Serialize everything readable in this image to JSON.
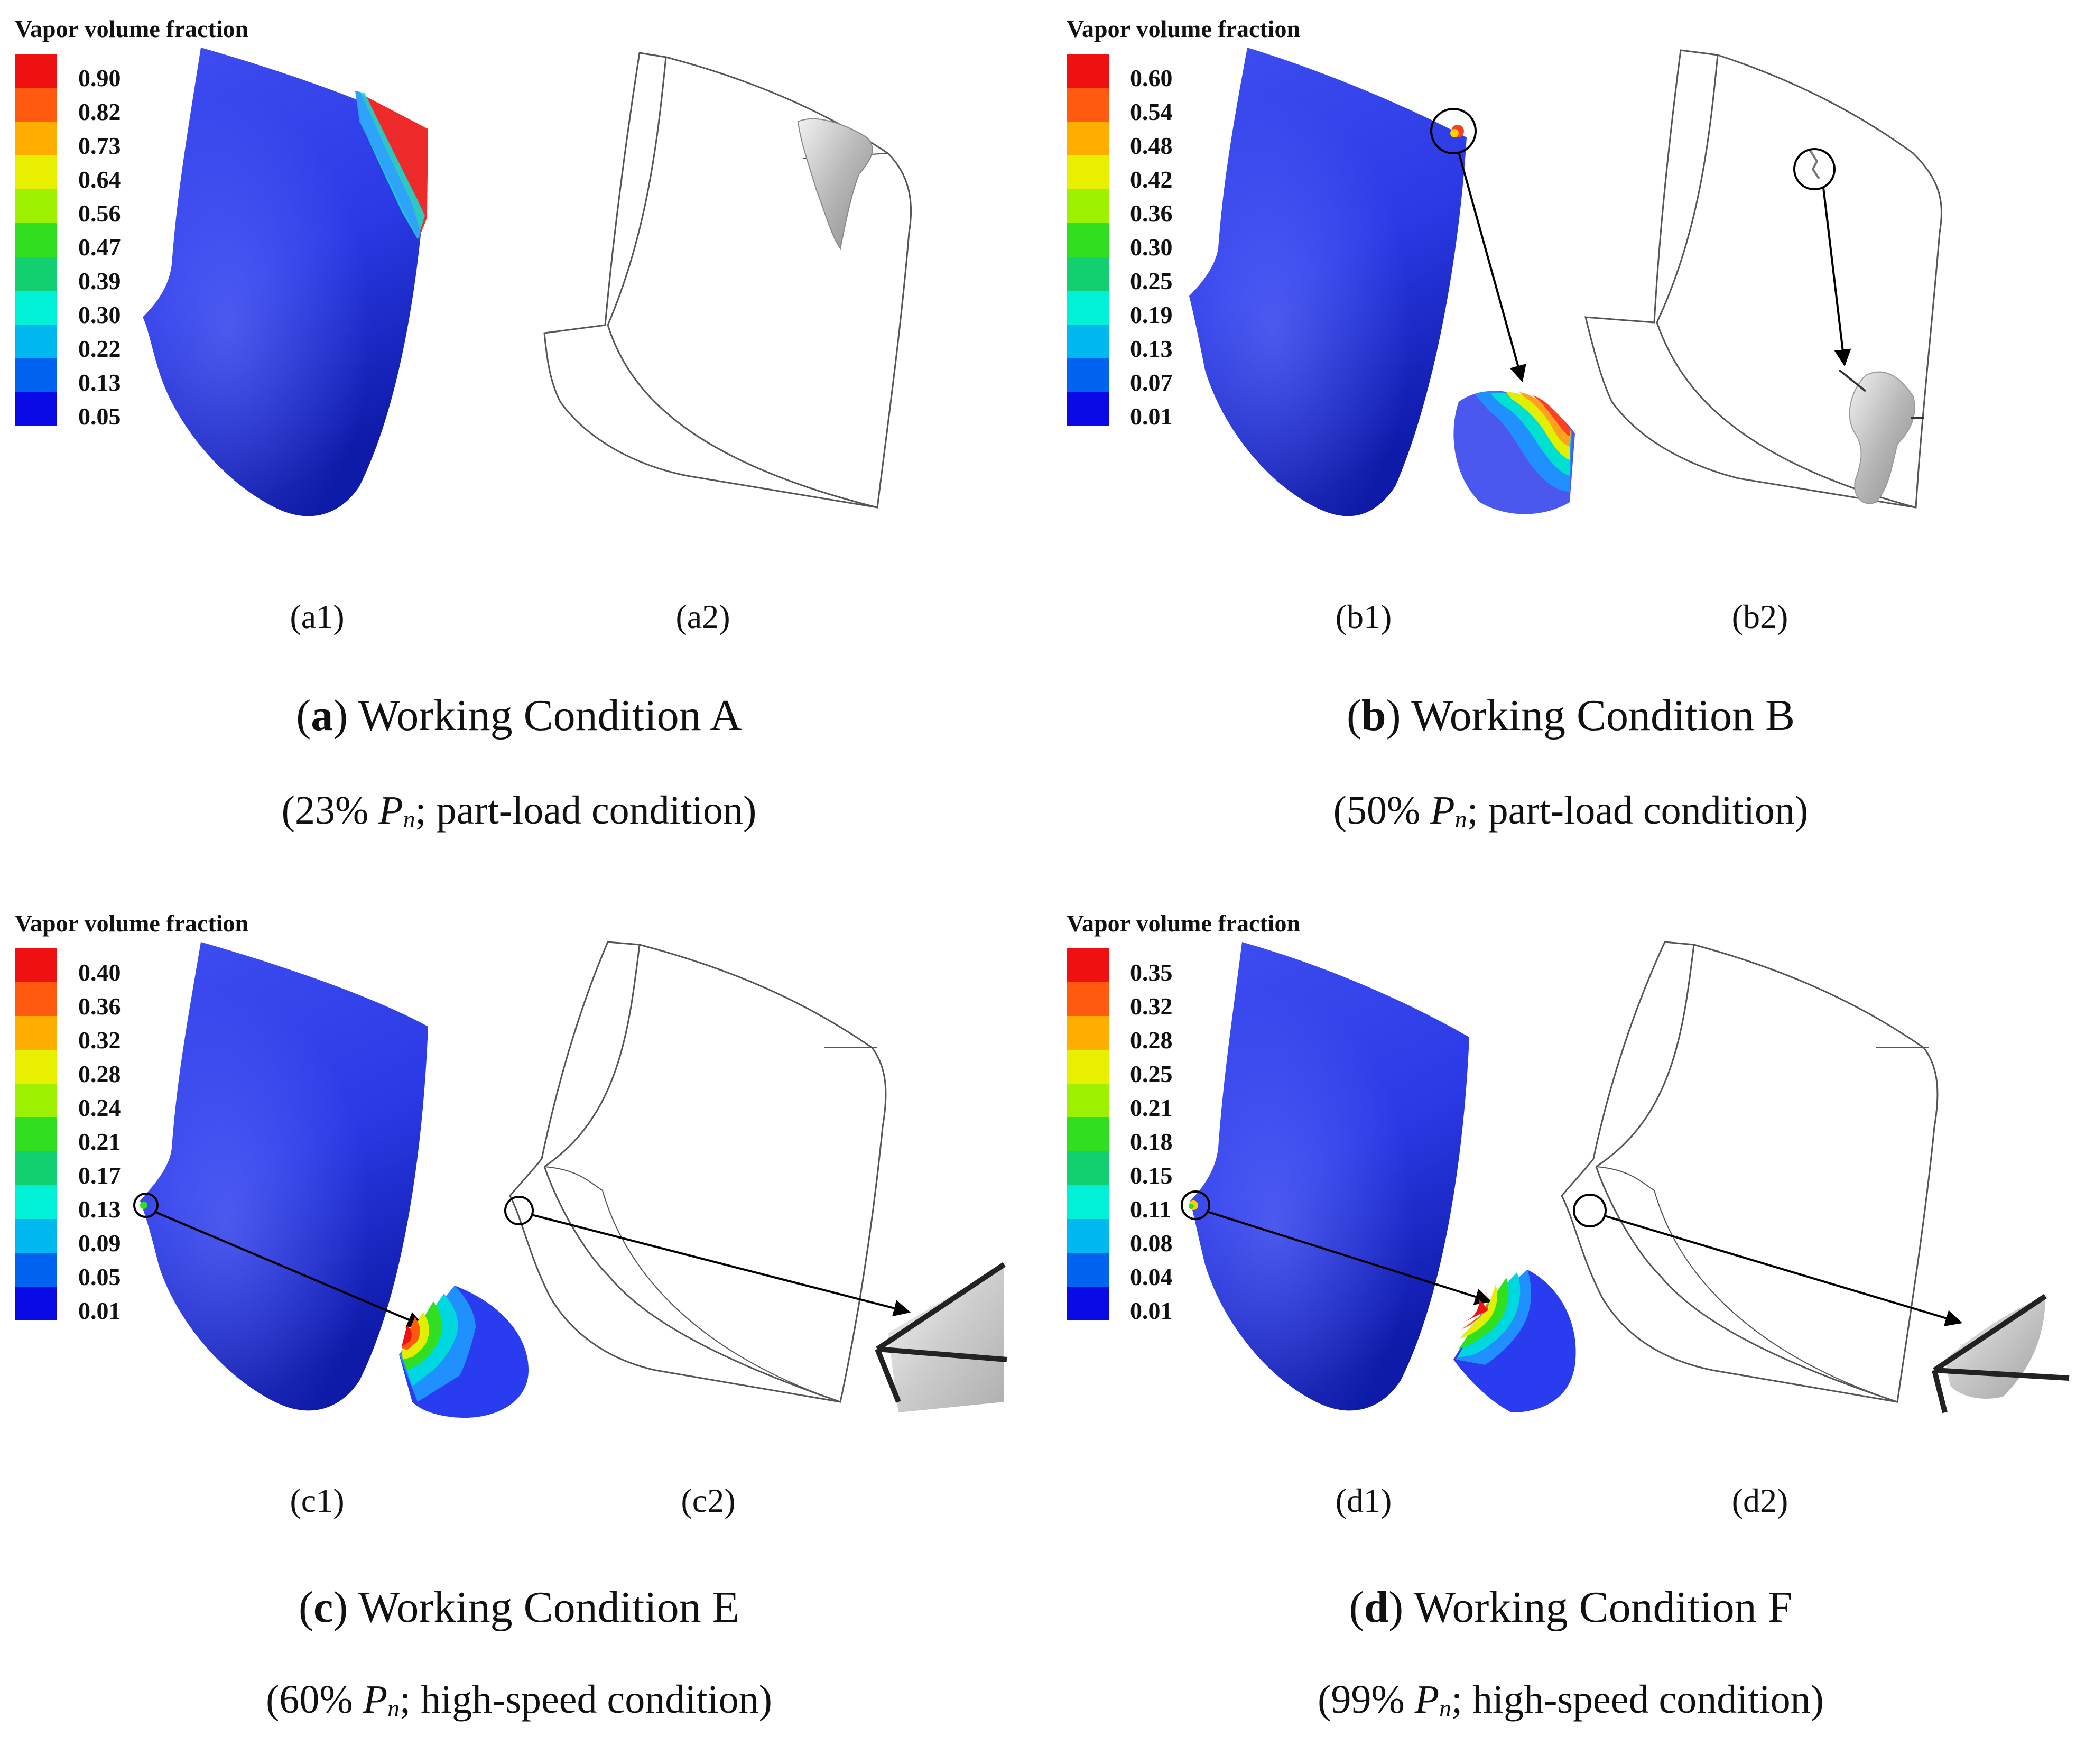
{
  "colorbar_title": "Vapor volume fraction",
  "colorbar_colors": [
    "#ef1111",
    "#ff5a10",
    "#ffae00",
    "#e8f000",
    "#9cf000",
    "#30e020",
    "#12d070",
    "#00f0d8",
    "#00b8f0",
    "#0064f0",
    "#0a0ae6"
  ],
  "panels": [
    {
      "colorbar_labels": [
        "0.90",
        "0.82",
        "0.73",
        "0.64",
        "0.56",
        "0.47",
        "0.39",
        "0.30",
        "0.22",
        "0.13",
        "0.05"
      ],
      "sub1": "(a1)",
      "sub2": "(a2)",
      "letter": "a",
      "caption_text": " Working Condition A",
      "condition_open": "(23% ",
      "pn_symbol": "P",
      "pn_sub": "n",
      "condition_close": "; part-load condition)"
    },
    {
      "colorbar_labels": [
        "0.60",
        "0.54",
        "0.48",
        "0.42",
        "0.36",
        "0.30",
        "0.25",
        "0.19",
        "0.13",
        "0.07",
        "0.01"
      ],
      "sub1": "(b1)",
      "sub2": "(b2)",
      "letter": "b",
      "caption_text": " Working Condition B",
      "condition_open": "(50% ",
      "pn_symbol": "P",
      "pn_sub": "n",
      "condition_close": "; part-load condition)"
    },
    {
      "colorbar_labels": [
        "0.40",
        "0.36",
        "0.32",
        "0.28",
        "0.24",
        "0.21",
        "0.17",
        "0.13",
        "0.09",
        "0.05",
        "0.01"
      ],
      "sub1": "(c1)",
      "sub2": "(c2)",
      "letter": "c",
      "caption_text": " Working Condition E",
      "condition_open": "(60% ",
      "pn_symbol": "P",
      "pn_sub": "n",
      "condition_close": "; high-speed condition)"
    },
    {
      "colorbar_labels": [
        "0.35",
        "0.32",
        "0.28",
        "0.25",
        "0.21",
        "0.18",
        "0.15",
        "0.11",
        "0.08",
        "0.04",
        "0.01"
      ],
      "sub1": "(d1)",
      "sub2": "(d2)",
      "letter": "d",
      "caption_text": " Working Condition F",
      "condition_open": "(99% ",
      "pn_symbol": "P",
      "pn_sub": "n",
      "condition_close": "; high-speed condition)"
    }
  ]
}
